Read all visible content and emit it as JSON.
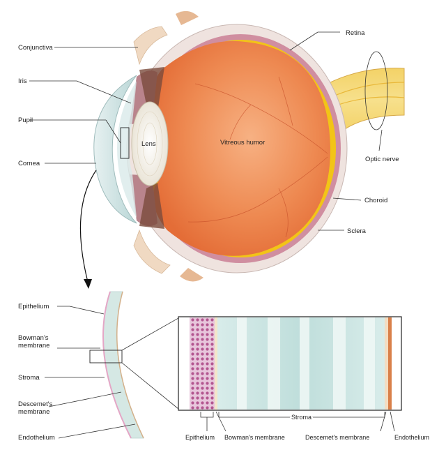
{
  "labels": {
    "conjunctiva": "Conjunctiva",
    "iris": "Iris",
    "pupil": "Pupil",
    "cornea": "Cornea",
    "lens": "Lens",
    "vitreous": "Vitreous humor",
    "retina": "Retina",
    "optic_nerve": "Optic nerve",
    "choroid": "Choroid",
    "sclera": "Sclera",
    "epithelium": "Epithelium",
    "bowmans_line1": "Bowman's",
    "bowmans_line2": "membrane",
    "stroma": "Stroma",
    "descemets_line1": "Descemet's",
    "descemets_line2": "membrane",
    "endothelium": "Endothelium",
    "detail_epithelium": "Epithelium",
    "detail_bowmans": "Bowman's membrane",
    "detail_stroma": "Stroma",
    "detail_descemets": "Descemet's membrane",
    "detail_endothelium": "Endothelium"
  },
  "colors": {
    "vitreous": "#e8763e",
    "vitreous_light": "#f4a474",
    "retina": "#f2c417",
    "choroid": "#c97a8e",
    "sclera": "#f3e6e2",
    "cornea": "#cfe3e3",
    "lens": "#f3efe5",
    "stroma_band": "#cfe6e2",
    "epithelium_cells": "#b75a95",
    "optic_nerve": "#f2c94c"
  }
}
